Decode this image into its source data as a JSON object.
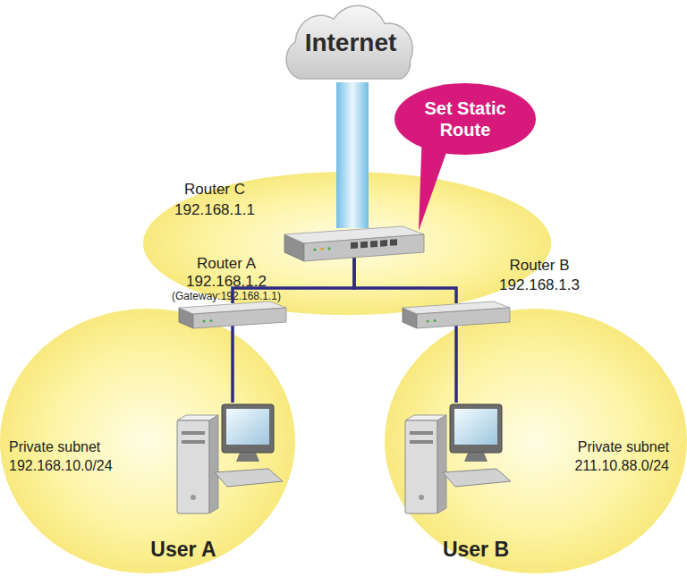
{
  "diagram": {
    "nodes": [
      {
        "text": [
          "Internet"
        ]
      },
      {
        "text": [
          "Set Static Route"
        ]
      },
      {
        "text": [
          "Router C 192.168.1.1"
        ]
      },
      {
        "text": [
          "Router A 192.168.1.2",
          "(Gateway:192.168.1.1)"
        ]
      },
      {
        "text": [
          "Router B 192.168.1.3"
        ]
      },
      {
        "text": [
          "Private subnet 192.168.10.0/24"
        ]
      },
      {
        "text": [
          "User A"
        ],
        "in": 5
      },
      {
        "text": [
          "Private subnet 211.10.88.0/24"
        ]
      },
      {
        "text": [
          "User B"
        ],
        "in": 7
      }
    ],
    "edges": [
      {
        "from": 0,
        "to": 2,
        "arrow": "none"
      },
      {
        "from": 2,
        "to": 3,
        "arrow": "none"
      },
      {
        "from": 2,
        "to": 4,
        "arrow": "none"
      },
      {
        "from": 3,
        "to": 6,
        "arrow": "none"
      },
      {
        "from": 4,
        "to": 8,
        "arrow": "none"
      }
    ]
  }
}
